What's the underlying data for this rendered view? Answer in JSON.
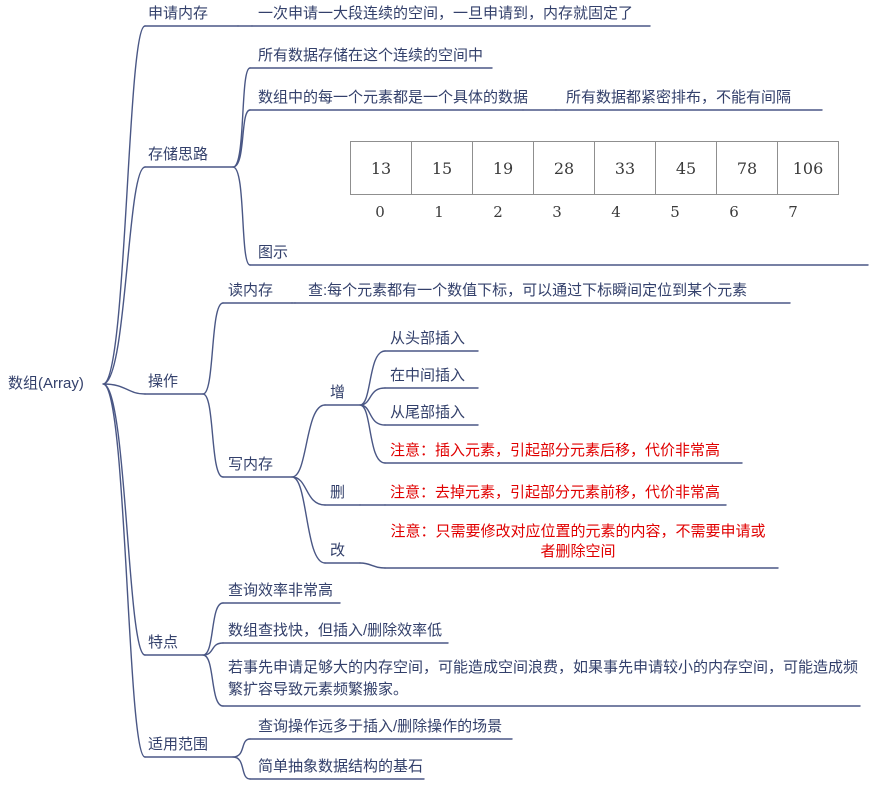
{
  "colors": {
    "topic_text": "#33406b",
    "connector_line": "#4a5785",
    "warning_text": "#e00000",
    "cell_border": "#8f8f8f"
  },
  "root": "数组(Array)",
  "apply": {
    "label": "申请内存",
    "desc": "一次申请一大段连续的空间，一旦申请到，内存就固定了"
  },
  "storage": {
    "label": "存储思路",
    "continuous": "所有数据存储在这个连续的空间中",
    "element": "数组中的每一个元素都是一个具体的数据",
    "element_note": "所有数据都紧密排布，不能有间隔",
    "diagram_label": "图示"
  },
  "diagram": {
    "values": [
      "13",
      "15",
      "19",
      "28",
      "33",
      "45",
      "78",
      "106"
    ],
    "indexes": [
      "0",
      "1",
      "2",
      "3",
      "4",
      "5",
      "6",
      "7"
    ]
  },
  "operation": {
    "label": "操作",
    "read": {
      "label": "读内存",
      "note": "查:每个元素都有一个数值下标，可以通过下标瞬间定位到某个元素"
    },
    "write": {
      "label": "写内存",
      "add": {
        "label": "增",
        "head": "从头部插入",
        "middle": "在中间插入",
        "tail": "从尾部插入",
        "warning": "注意：插入元素，引起部分元素后移，代价非常高"
      },
      "delete": {
        "label": "删",
        "warning": "注意：去掉元素，引起部分元素前移，代价非常高"
      },
      "modify": {
        "label": "改",
        "warning": "注意：只需要修改对应位置的元素的内容，不需要申请或者删除空间"
      }
    }
  },
  "features": {
    "label": "特点",
    "query": "查询效率非常高",
    "tradeoff": "数组查找快，但插入/删除效率低",
    "memory": "若事先申请足够大的内存空间，可能造成空间浪费，如果事先申请较小的内存空间，可能造成频繁扩容导致元素频繁搬家。"
  },
  "scope": {
    "label": "适用范围",
    "query_heavy": "查询操作远多于插入/删除操作的场景",
    "foundation": "简单抽象数据结构的基石"
  }
}
